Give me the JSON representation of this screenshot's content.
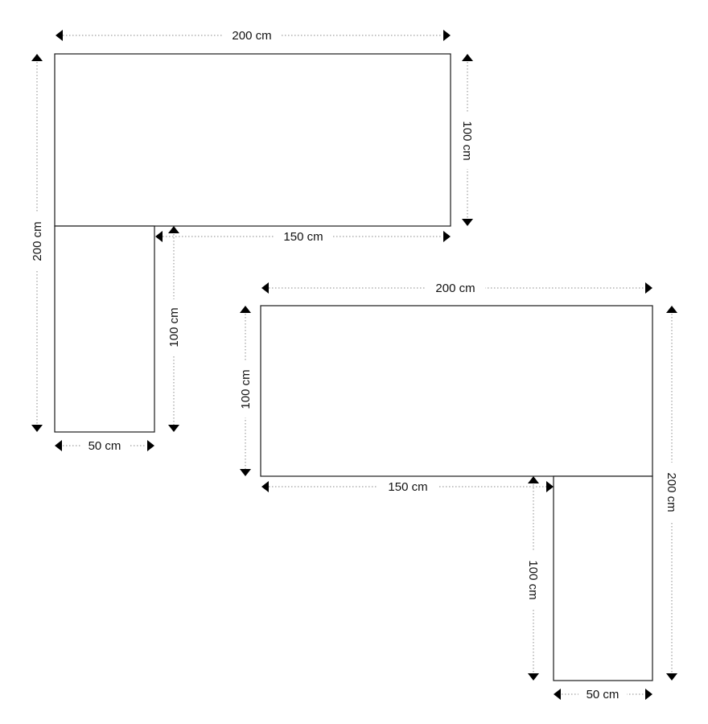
{
  "diagrams": [
    {
      "name": "left-return-desk",
      "dimensions": {
        "top_width": "200 cm",
        "top_depth": "100 cm",
        "overall_height": "200 cm",
        "inner_width": "150 cm",
        "return_length": "100 cm",
        "return_width": "50 cm"
      }
    },
    {
      "name": "right-return-desk",
      "dimensions": {
        "top_width": "200 cm",
        "top_depth": "100 cm",
        "overall_height": "200 cm",
        "inner_width": "150 cm",
        "return_length": "100 cm",
        "return_width": "50 cm"
      }
    }
  ]
}
